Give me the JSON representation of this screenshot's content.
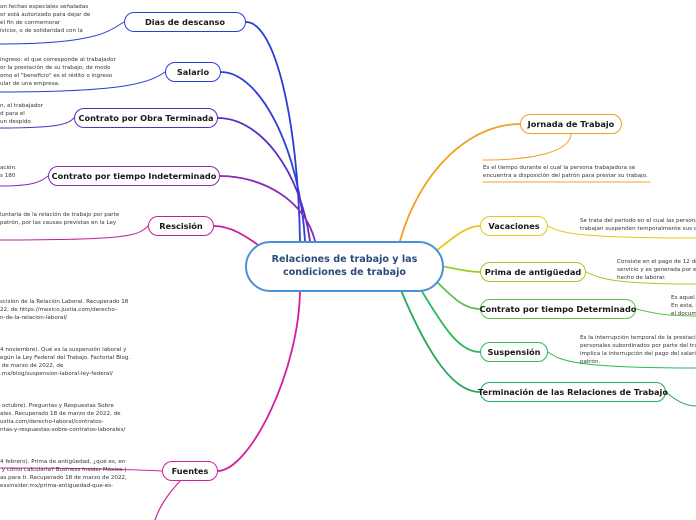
{
  "central": {
    "label": "Relaciones de trabajo y las\ncondiciones de trabajo"
  },
  "left_topics": [
    {
      "key": "dias",
      "label": "Dias de descanso",
      "color": "#2a3fd6",
      "note": "on fechas especiales señaladas\nor está autorizado para dejar de\nel fin de conmemorar\nívicos, o de solidaridad con la"
    },
    {
      "key": "salario",
      "label": "Salario",
      "color": "#2a3fd6",
      "note": "ingreso: el que corresponde al trabajador\nor la prestación de su trabajo; de modo\nomo el \"beneficio\" es el rédito o ingreso\nular de una empresa."
    },
    {
      "key": "obra",
      "label": "Contrato por Obra Terminada",
      "color": "#5a2bc0",
      "note": "n, el trabajador\nd para el\nun despido"
    },
    {
      "key": "indeterminado",
      "label": "Contrato por tiempo Indeterminado",
      "color": "#8a2bb8",
      "note": "ación.\ns 180"
    },
    {
      "key": "rescision",
      "label": "Rescisión",
      "color": "#c0219a",
      "note": "luntaria de la relación de trabajo por parte\npatrón, por las causas previstas en la Ley"
    },
    {
      "key": "fuentes",
      "label": "Fuentes",
      "color": "#d21fa0",
      "note": "scisión de la Relación Laboral. Recuperado 18\n22, de https://mexico.justia.com/derecho-\nn-de-la-relacion-laboral/\n\n\n\n4 noviembre). Qué es la suspensión laboral y\negún la Ley Federal del Trabajo. Factorial Blog.\n de marzo de 2022, de\n.mx/blog/suspension-laboral-ley-federal/\n\n\n\n octubre). Preguntas y Respuestas Sobre\nales. Recuperado 18 de marzo de 2022, de\nustia.com/derecho-laboral/contratos-\nntas-y-respuestas-sobre-contratos-laborales/\n\n\n\n4 febrero). Prima de antigüedad, ¿qué es, en\n y cómo calcularla? Business Insider México |\nas para ti. Recuperado 18 de marzo de 2022,\nessinsider.mx/prima-antiguedad-que-es-"
    }
  ],
  "right_topics": [
    {
      "key": "jornada",
      "label": "Jornada de Trabajo",
      "color": "#f0a020",
      "note": "Es el tiempo durante el cual la persona trabajadora se\nencuentra a disposición del patrón para prestar su trabajo."
    },
    {
      "key": "vacaciones",
      "label": "Vacaciones",
      "color": "#e8c61a",
      "note": "Se trata del periodo en el cual las persona\ntrabajan suspenden temporalmente sus ob"
    },
    {
      "key": "prima",
      "label": "Prima de antigüedad",
      "color": "#9ccc2a",
      "note": "Consiste en el pago de 12 dí\nservicio y es generada por e\nhecho de laborar."
    },
    {
      "key": "determinado",
      "label": "Contrato por tiempo Determinado",
      "color": "#5cc24a",
      "note": "Es aquel\nEn esta, l\nel docum"
    },
    {
      "key": "suspension",
      "label": "Suspensión",
      "color": "#2fb85a",
      "note": "Es la interrupción temporal de la prestació\npersonales subordinados por parte del tra\nimplica la interrupción del pago del salario\npatrón."
    },
    {
      "key": "terminacion",
      "label": "Terminación de las Relaciones de Trabajo",
      "color": "#27a85a",
      "note": ""
    }
  ]
}
